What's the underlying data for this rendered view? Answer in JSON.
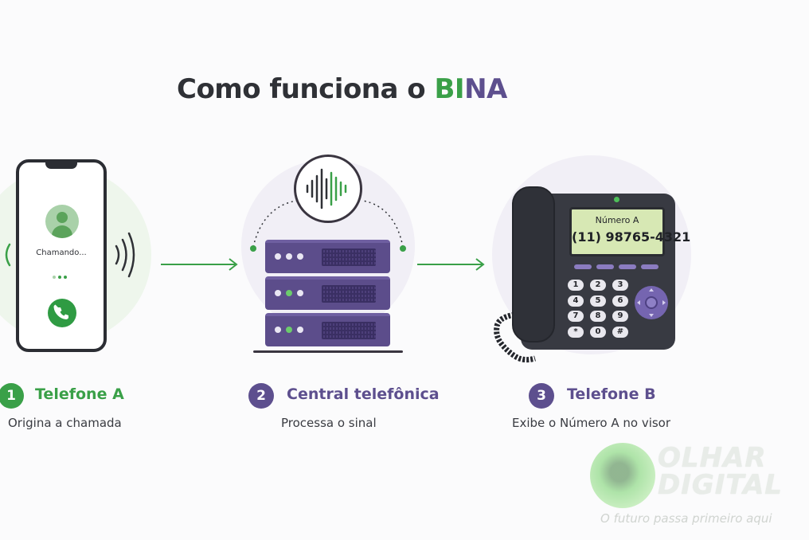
{
  "title": {
    "prefix": "Como funciona o ",
    "bi": "BI",
    "na": "NA"
  },
  "phone_a": {
    "screen_text": "Chamando..."
  },
  "phone_b": {
    "screen_label": "Número A",
    "screen_number": "(11) 98765-4321",
    "keys": [
      "1",
      "2",
      "3",
      "4",
      "5",
      "6",
      "7",
      "8",
      "9",
      "*",
      "0",
      "#"
    ]
  },
  "steps": [
    {
      "number": "1",
      "title": "Telefone A",
      "description": "Origina a chamada"
    },
    {
      "number": "2",
      "title": "Central telefônica",
      "description": "Processa o sinal"
    },
    {
      "number": "3",
      "title": "Telefone B",
      "description": "Exibe o Número A no visor"
    }
  ],
  "watermark": {
    "brand_line1": "OLHAR",
    "brand_line2": "DIGITAL",
    "tagline": "O futuro passa primeiro aqui"
  },
  "colors": {
    "green": "#3aa048",
    "purple": "#5d4f8e",
    "dark": "#2f3136"
  }
}
